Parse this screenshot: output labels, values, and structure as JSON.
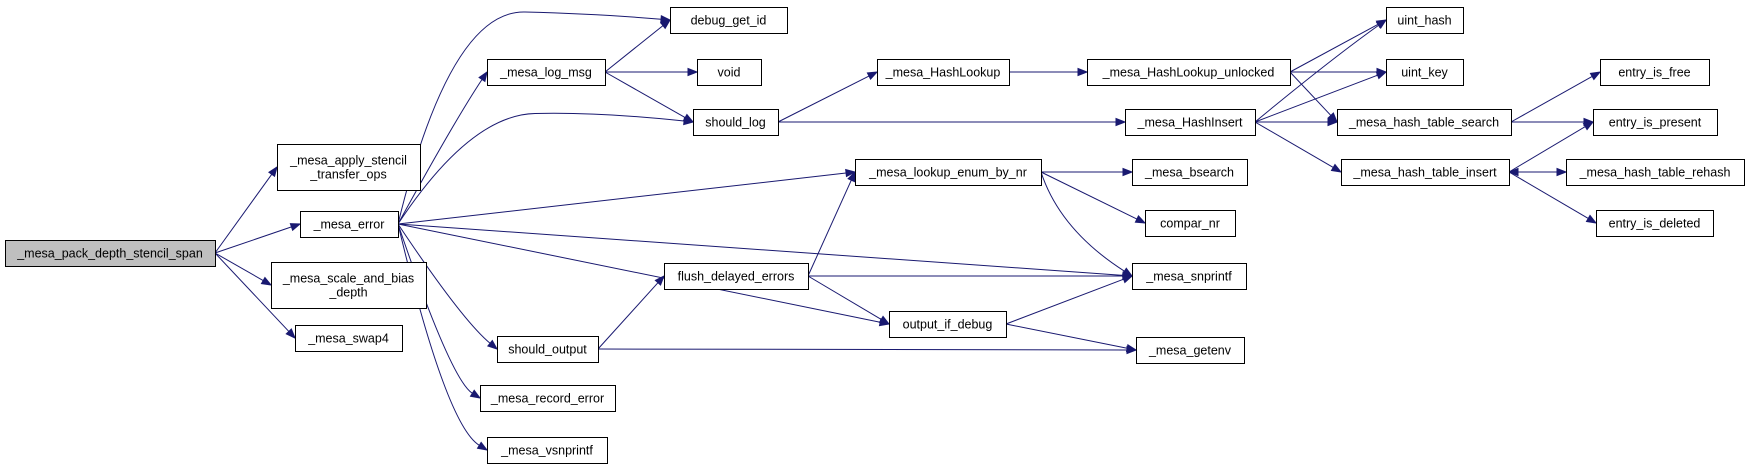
{
  "graph": {
    "nodes": [
      {
        "id": "pack",
        "lines": [
          "_mesa_pack_depth_stencil_span"
        ],
        "highlight": true
      },
      {
        "id": "apply",
        "lines": [
          "_mesa_apply_stencil",
          "_transfer_ops"
        ]
      },
      {
        "id": "error",
        "lines": [
          "_mesa_error"
        ]
      },
      {
        "id": "scale",
        "lines": [
          "_mesa_scale_and_bias",
          "_depth"
        ]
      },
      {
        "id": "swap4",
        "lines": [
          "_mesa_swap4"
        ]
      },
      {
        "id": "logmsg",
        "lines": [
          "_mesa_log_msg"
        ]
      },
      {
        "id": "debugid",
        "lines": [
          "debug_get_id"
        ]
      },
      {
        "id": "void",
        "lines": [
          "void"
        ]
      },
      {
        "id": "shouldlog",
        "lines": [
          "should_log"
        ]
      },
      {
        "id": "shouldout",
        "lines": [
          "should_output"
        ]
      },
      {
        "id": "recerr",
        "lines": [
          "_mesa_record_error"
        ]
      },
      {
        "id": "vsn",
        "lines": [
          "_mesa_vsnprintf"
        ]
      },
      {
        "id": "flush",
        "lines": [
          "flush_delayed_errors"
        ]
      },
      {
        "id": "lookup",
        "lines": [
          "_mesa_lookup_enum_by_nr"
        ]
      },
      {
        "id": "outdbg",
        "lines": [
          "output_if_debug"
        ]
      },
      {
        "id": "hashlk",
        "lines": [
          "_mesa_HashLookup"
        ]
      },
      {
        "id": "hashlku",
        "lines": [
          "_mesa_HashLookup_unlocked"
        ]
      },
      {
        "id": "hashins",
        "lines": [
          "_mesa_HashInsert"
        ]
      },
      {
        "id": "bsearch",
        "lines": [
          "_mesa_bsearch"
        ]
      },
      {
        "id": "compar",
        "lines": [
          "compar_nr"
        ]
      },
      {
        "id": "snprintf",
        "lines": [
          "_mesa_snprintf"
        ]
      },
      {
        "id": "getenv",
        "lines": [
          "_mesa_getenv"
        ]
      },
      {
        "id": "uhash",
        "lines": [
          "uint_hash"
        ]
      },
      {
        "id": "ukey",
        "lines": [
          "uint_key"
        ]
      },
      {
        "id": "htsearch",
        "lines": [
          "_mesa_hash_table_search"
        ]
      },
      {
        "id": "htinsert",
        "lines": [
          "_mesa_hash_table_insert"
        ]
      },
      {
        "id": "efree",
        "lines": [
          "entry_is_free"
        ]
      },
      {
        "id": "epresent",
        "lines": [
          "entry_is_present"
        ]
      },
      {
        "id": "rehash",
        "lines": [
          "_mesa_hash_table_rehash"
        ]
      },
      {
        "id": "edeleted",
        "lines": [
          "entry_is_deleted"
        ]
      }
    ],
    "edges": [
      {
        "from": "pack",
        "to": "apply"
      },
      {
        "from": "pack",
        "to": "error"
      },
      {
        "from": "pack",
        "to": "scale"
      },
      {
        "from": "pack",
        "to": "swap4"
      },
      {
        "from": "error",
        "to": "debugid"
      },
      {
        "from": "error",
        "to": "logmsg"
      },
      {
        "from": "error",
        "to": "shouldlog"
      },
      {
        "from": "error",
        "to": "lookup"
      },
      {
        "from": "error",
        "to": "snprintf"
      },
      {
        "from": "error",
        "to": "outdbg"
      },
      {
        "from": "error",
        "to": "shouldout"
      },
      {
        "from": "error",
        "to": "recerr"
      },
      {
        "from": "error",
        "to": "vsn"
      },
      {
        "from": "logmsg",
        "to": "debugid"
      },
      {
        "from": "logmsg",
        "to": "void"
      },
      {
        "from": "logmsg",
        "to": "shouldlog"
      },
      {
        "from": "shouldlog",
        "to": "hashlk"
      },
      {
        "from": "shouldlog",
        "to": "hashins"
      },
      {
        "from": "hashlk",
        "to": "hashlku"
      },
      {
        "from": "hashlku",
        "to": "uhash"
      },
      {
        "from": "hashlku",
        "to": "ukey"
      },
      {
        "from": "hashlku",
        "to": "htsearch"
      },
      {
        "from": "hashins",
        "to": "uhash"
      },
      {
        "from": "hashins",
        "to": "ukey"
      },
      {
        "from": "hashins",
        "to": "htsearch"
      },
      {
        "from": "hashins",
        "to": "htinsert"
      },
      {
        "from": "htsearch",
        "to": "efree"
      },
      {
        "from": "htsearch",
        "to": "epresent"
      },
      {
        "from": "htinsert",
        "to": "epresent"
      },
      {
        "from": "htinsert",
        "to": "rehash"
      },
      {
        "from": "rehash",
        "to": "htinsert"
      },
      {
        "from": "htinsert",
        "to": "edeleted"
      },
      {
        "from": "lookup",
        "to": "bsearch"
      },
      {
        "from": "lookup",
        "to": "compar"
      },
      {
        "from": "lookup",
        "to": "snprintf"
      },
      {
        "from": "shouldout",
        "to": "flush"
      },
      {
        "from": "shouldout",
        "to": "getenv"
      },
      {
        "from": "flush",
        "to": "lookup"
      },
      {
        "from": "flush",
        "to": "snprintf"
      },
      {
        "from": "flush",
        "to": "outdbg"
      },
      {
        "from": "outdbg",
        "to": "snprintf"
      },
      {
        "from": "outdbg",
        "to": "getenv"
      }
    ]
  },
  "colors": {
    "edge": "#191970",
    "node_fill": "#ffffff",
    "highlight_fill": "#bfbfbf",
    "node_border": "#000000"
  }
}
